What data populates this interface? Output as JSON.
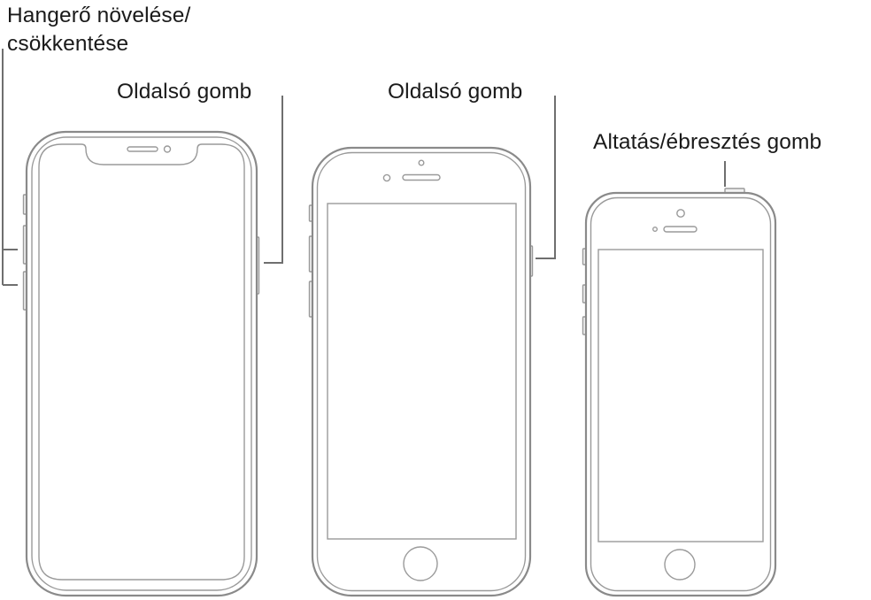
{
  "labels": {
    "volume_line1": "Hangerő növelése/",
    "volume_line2": "csökkentése",
    "side_button_face_id": "Oldalsó gomb",
    "side_button_home": "Oldalsó gomb",
    "sleep_wake_button": "Altatás/ébresztés gomb"
  }
}
